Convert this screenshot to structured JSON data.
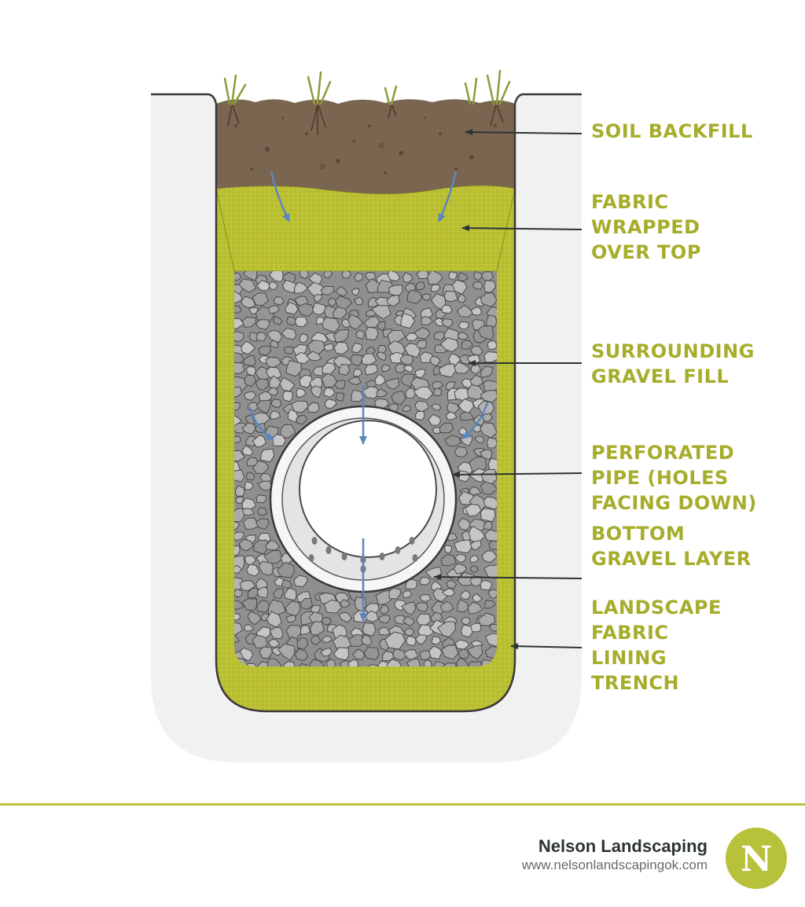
{
  "labels": {
    "soil_backfill": "SOIL BACKFILL",
    "fabric_top": "FABRIC\nWRAPPED\nOVER TOP",
    "gravel_fill": "SURROUNDING\nGRAVEL FILL",
    "perforated_pipe": "PERFORATED\nPIPE (HOLES\nFACING DOWN)",
    "bottom_gravel": "BOTTOM\nGRAVEL LAYER",
    "fabric_lining": "LANDSCAPE\nFABRIC\nLINING\nTRENCH"
  },
  "footer": {
    "brand_name": "Nelson Landscaping",
    "brand_url": "www.nelsonlandscapingok.com",
    "logo_letter": "N"
  },
  "colors": {
    "accent": "#b8c13a",
    "label_text": "#a6ad2a",
    "soil": "#7a6650",
    "fabric": "#b7bd2e",
    "gravel": "#9a9a9a",
    "water_arrow": "#5b86bf",
    "pipe": "#ffffff"
  },
  "icons": {
    "logo": "nelson-n-logo-icon",
    "water_flow": "water-flow-arrow-icon",
    "leader": "leader-arrow-icon"
  }
}
